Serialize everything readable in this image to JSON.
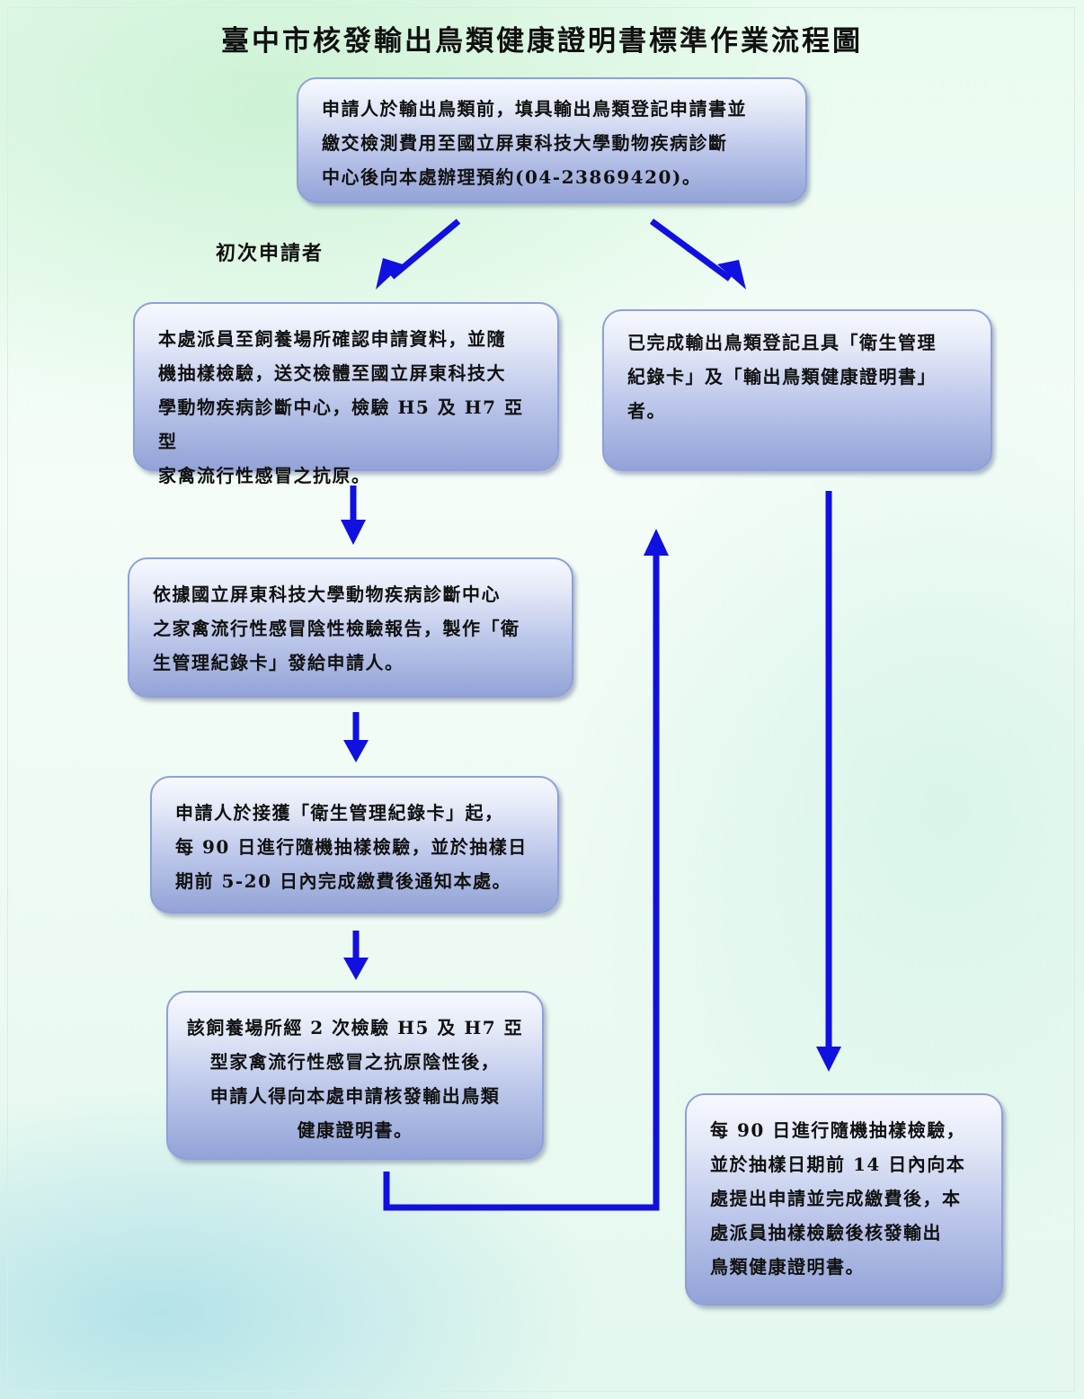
{
  "title": "臺中市核發輸出鳥類健康證明書標準作業流程圖",
  "first_applicant_label": "初次申請者",
  "nodes": {
    "apply": [
      "申請人於輸出鳥類前，填具輸出鳥類登記申請書並",
      "繳交檢測費用至國立屏東科技大學動物疾病診斷",
      "中心後向本處辦理預約(04-23869420)。"
    ],
    "sampling": [
      "本處派員至飼養場所確認申請資料，並隨",
      "機抽樣檢驗，送交檢體至國立屏東科技大",
      "學動物疾病診斷中心，檢驗 H5 及 H7 亞型",
      "家禽流行性感冒之抗原。"
    ],
    "registered": [
      "已完成輸出鳥類登記且具「衛生管理",
      "紀錄卡」及「輸出鳥類健康證明書」",
      "者。"
    ],
    "record_card": [
      "依據國立屏東科技大學動物疾病診斷中心",
      "之家禽流行性感冒陰性檢驗報告，製作「衛",
      "生管理紀錄卡」發給申請人。"
    ],
    "periodic": [
      "申請人於接獲「衛生管理紀錄卡」起，",
      "每 90 日進行隨機抽樣檢驗，並於抽樣日",
      "期前 5-20 日內完成繳費後通知本處。"
    ],
    "eligible": [
      "該飼養場所經 2 次檢驗 H5 及 H7 亞",
      "型家禽流行性感冒之抗原陰性後，",
      "申請人得向本處申請核發輸出鳥類",
      "健康證明書。"
    ],
    "renewal": [
      "每 90 日進行隨機抽樣檢驗，",
      "並於抽樣日期前 14 日內向本",
      "處提出申請並完成繳費後，本",
      "處派員抽樣檢驗後核發輸出",
      "鳥類健康證明書。"
    ]
  },
  "colors": {
    "arrow": "#1010e0",
    "box_border": "#8ea0d9"
  }
}
